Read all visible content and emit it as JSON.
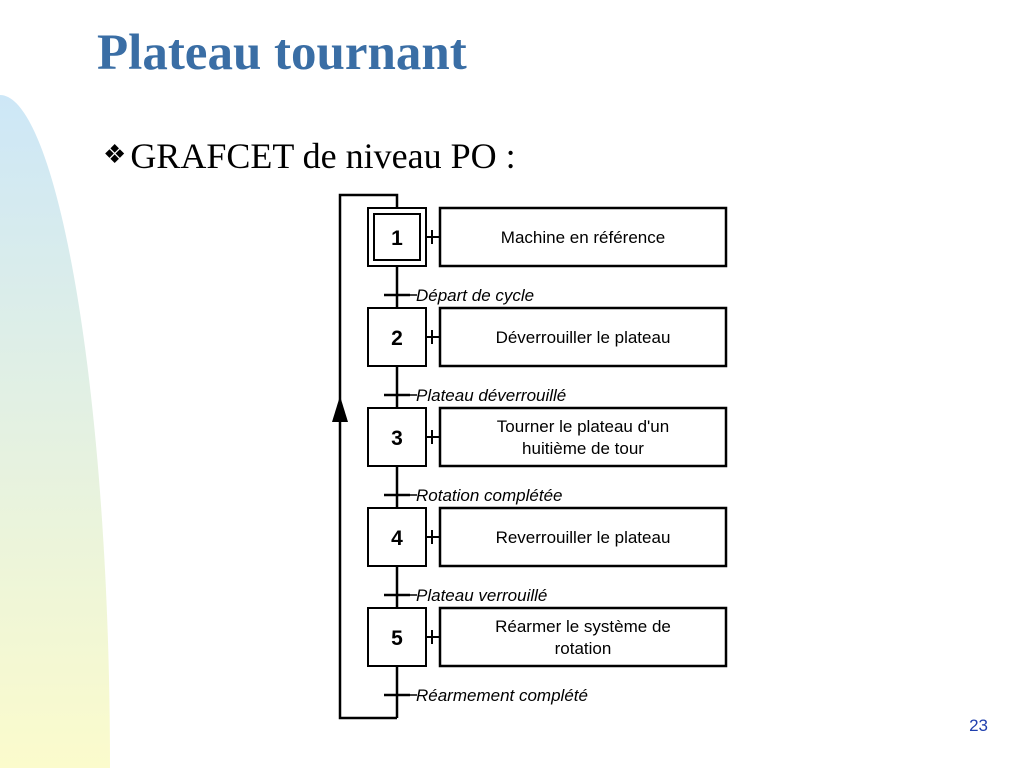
{
  "slide": {
    "title": "Plateau tournant",
    "bullet_icon": "diamond-bullet-icon",
    "bullet_text": "GRAFCET de niveau PO :",
    "page_number": "23",
    "colors": {
      "title": "#3a6ea5",
      "page_number": "#1f3fae",
      "deco_gradient_top": "#cde7f7",
      "deco_gradient_bottom": "#fbfbcc"
    }
  },
  "grafcet": {
    "steps": [
      {
        "number": "1",
        "initial": true,
        "action": [
          "Machine en référence"
        ]
      },
      {
        "number": "2",
        "initial": false,
        "action": [
          "Déverrouiller le plateau"
        ]
      },
      {
        "number": "3",
        "initial": false,
        "action": [
          "Tourner le plateau d'un",
          "huitième de tour"
        ]
      },
      {
        "number": "4",
        "initial": false,
        "action": [
          "Reverrouiller le plateau"
        ]
      },
      {
        "number": "5",
        "initial": false,
        "action": [
          "Réarmer le système de",
          "rotation"
        ]
      }
    ],
    "transitions": [
      "Départ de cycle",
      "Plateau déverrouillé",
      "Rotation complétée",
      "Plateau verrouillé",
      "Réarmement complété"
    ]
  }
}
